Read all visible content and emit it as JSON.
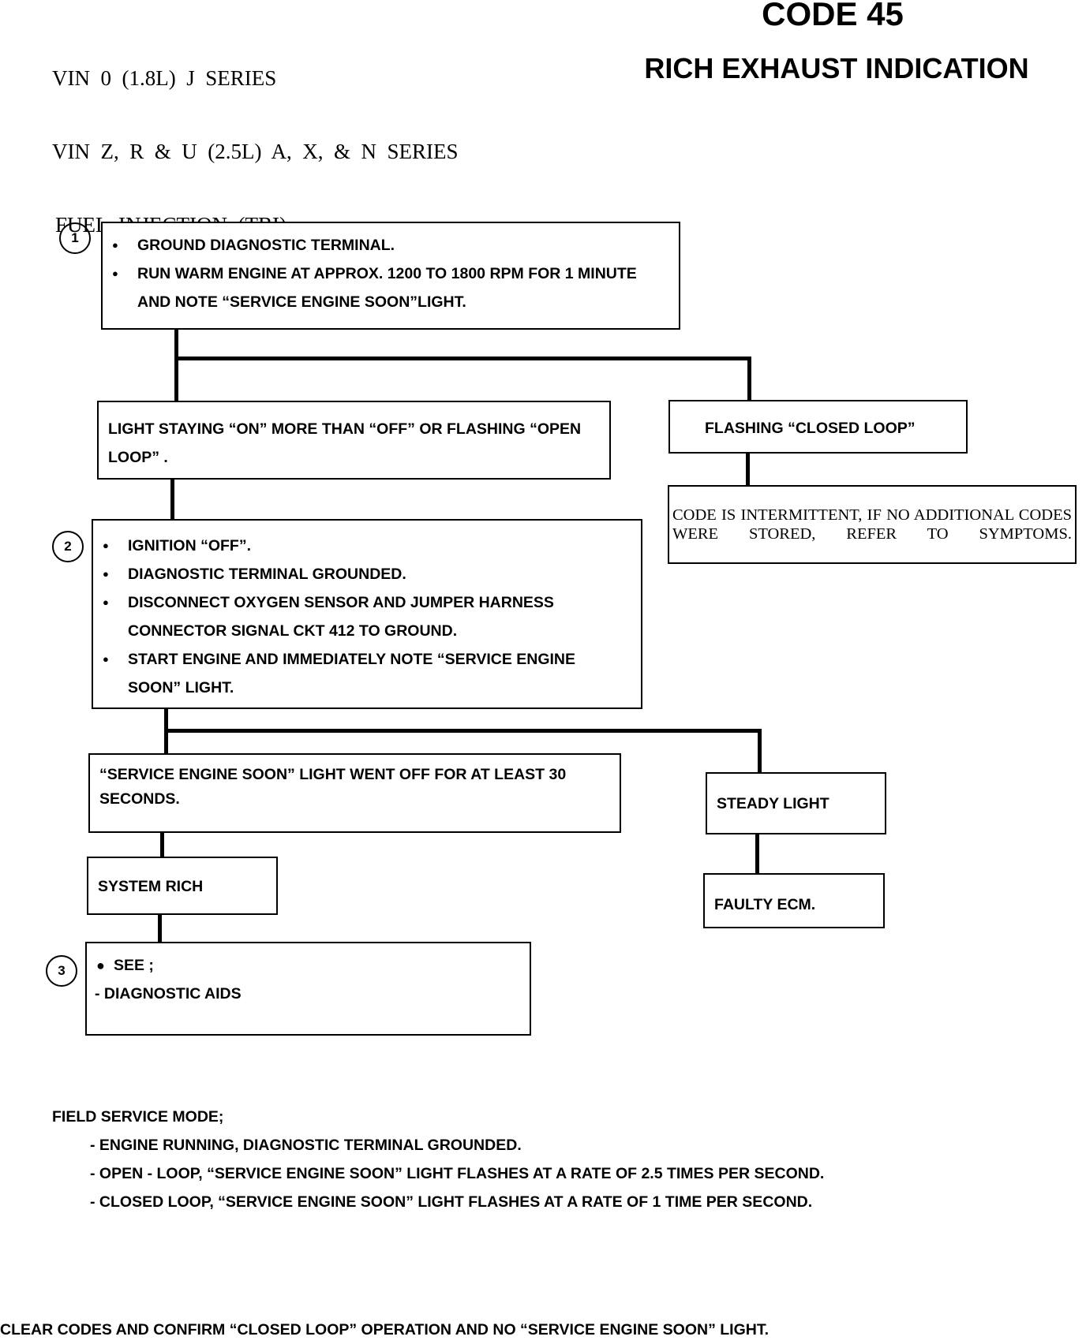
{
  "header": {
    "applicability": [
      "VIN  0  (1.8L)  J  SERIES",
      "VIN  Z,  R  &  U  (2.5L)  A,  X,  &  N  SERIES",
      "FUEL  INJECTION  (TBI)"
    ],
    "code": "CODE 45",
    "title": "RICH EXHAUST INDICATION"
  },
  "steps": {
    "step1": {
      "number": "1",
      "bullets": [
        "GROUND DIAGNOSTIC TERMINAL.",
        "RUN WARM ENGINE AT APPROX. 1200 TO 1800 RPM FOR 1 MINUTE AND NOTE “SERVICE ENGINE SOON”LIGHT."
      ]
    },
    "step2": {
      "number": "2",
      "bullets": [
        "IGNITION “OFF”.",
        "DIAGNOSTIC TERMINAL GROUNDED.",
        "DISCONNECT OXYGEN SENSOR AND JUMPER HARNESS CONNECTOR SIGNAL CKT 412 TO GROUND.",
        "START ENGINE AND IMMEDIATELY NOTE “SERVICE ENGINE SOON” LIGHT."
      ]
    },
    "step3": {
      "number": "3",
      "bullet": "SEE ;",
      "item": "- DIAGNOSTIC AIDS"
    }
  },
  "outcomes": {
    "light_staying_on": "LIGHT STAYING “ON” MORE THAN “OFF” OR FLASHING “OPEN LOOP” .",
    "flashing_closed_loop": "FLASHING “CLOSED LOOP”",
    "intermittent": "CODE  IS  INTERMITTENT,  IF  NO  ADDITIONAL CODES  WERE  STORED,  REFER  TO  SYMPTOMS.",
    "light_went_off": "“SERVICE ENGINE SOON” LIGHT WENT OFF FOR AT LEAST 30 SECONDS.",
    "steady_light": "STEADY LIGHT",
    "system_rich": "SYSTEM RICH",
    "faulty_ecm": "FAULTY ECM."
  },
  "field_service": {
    "heading": "FIELD SERVICE MODE;",
    "items": [
      "- ENGINE RUNNING, DIAGNOSTIC TERMINAL GROUNDED.",
      "- OPEN - LOOP, “SERVICE ENGINE SOON” LIGHT FLASHES AT A RATE OF 2.5 TIMES PER SECOND.",
      "- CLOSED LOOP, “SERVICE ENGINE SOON” LIGHT FLASHES AT A RATE OF 1 TIME PER SECOND."
    ]
  },
  "footer": "CLEAR CODES AND CONFIRM “CLOSED LOOP”  OPERATION AND NO “SERVICE ENGINE SOON” LIGHT."
}
